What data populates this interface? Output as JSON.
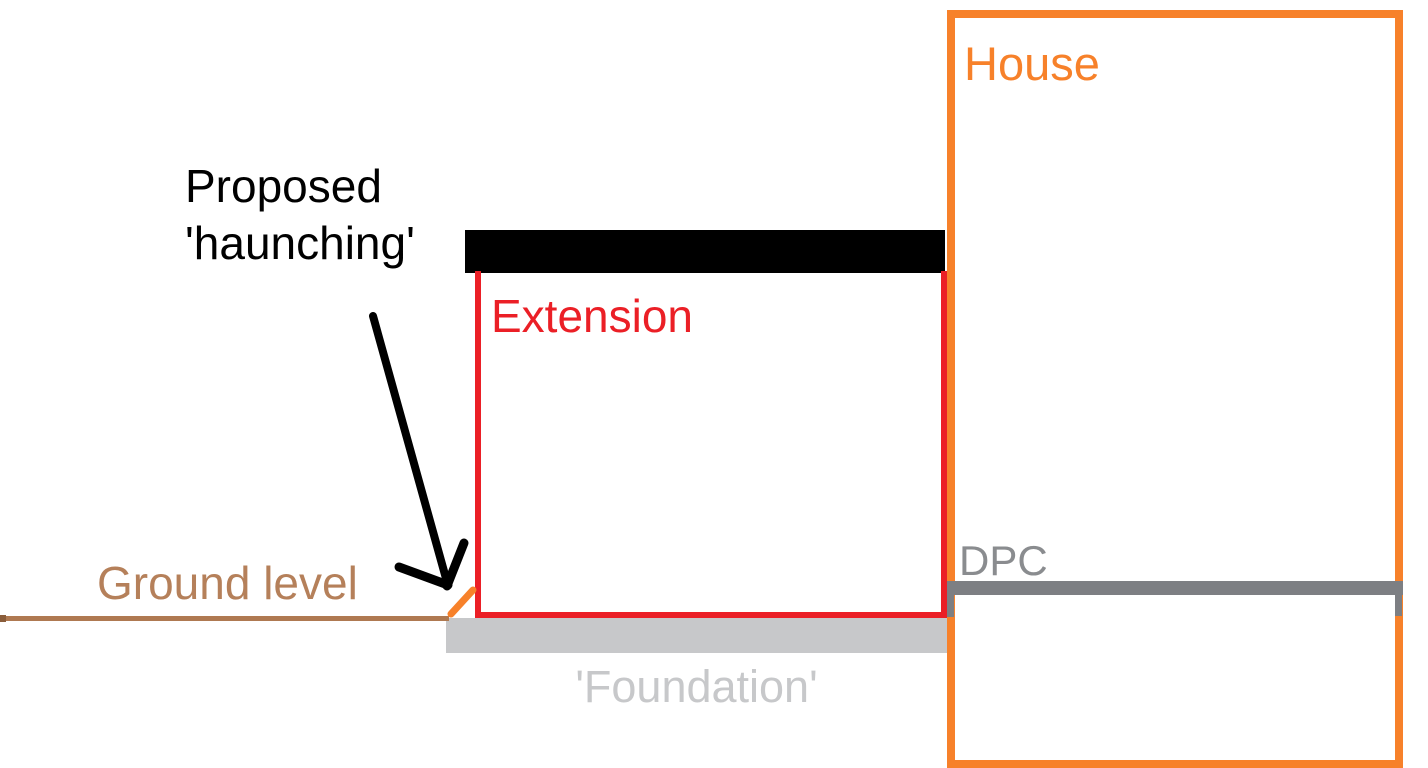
{
  "diagram": {
    "labels": {
      "house": "House",
      "extension": "Extension",
      "ground_level": "Ground level",
      "dpc": "DPC",
      "foundation": "'Foundation'"
    },
    "annotation": {
      "line1": "Proposed",
      "line2": "'haunching'"
    },
    "colors": {
      "house_orange": "#F7812A",
      "extension_red": "#EB1F26",
      "ground_brown": "#AF7951",
      "ground_text_brown": "#B5805A",
      "foundation_gray": "#C7C8CA",
      "dpc_gray": "#7D7F83",
      "dpc_text_gray": "#8A8C8F",
      "capping_black": "#000000",
      "annotation_black": "#000000"
    }
  }
}
